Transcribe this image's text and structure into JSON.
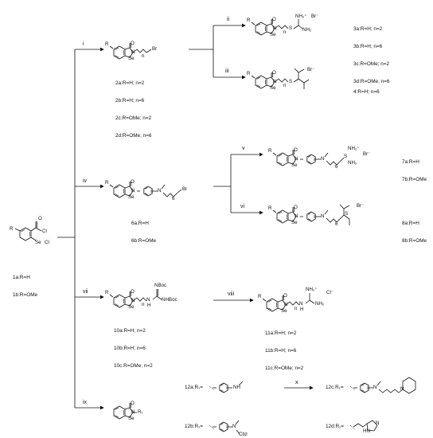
{
  "steps": {
    "i": "i",
    "ii": "ii",
    "iii": "iii",
    "iv": "iv",
    "v": "v",
    "vi": "vi",
    "vii": "vii",
    "viii": "viii",
    "ix": "ix",
    "x": "x"
  },
  "compounds": {
    "c1": [
      "1a:R=H",
      "1b:R=OMe"
    ],
    "c2": [
      "2a:R=H; n=2",
      "2b:R=H; n=6",
      "2c:R=OMe; n=2",
      "2d:R=OMe; n=6"
    ],
    "c3": [
      "3a:R=H; n=2",
      "3b:R=H; n=6",
      "3c:R=OMe; n=2",
      "3d:R=OMe; n=6"
    ],
    "c4": [
      "4:R=H; n=6"
    ],
    "c6": [
      "6a:R=H",
      "6b:R=OMe"
    ],
    "c7": [
      "7a:R=H",
      "7b:R=OMe"
    ],
    "c8": [
      "8a:R=H",
      "8b:R=OMe"
    ],
    "c10": [
      "10a:R=H; n=2",
      "10b:R=H; n=6",
      "10c:R=OMe; n=2"
    ],
    "c11": [
      "11a:R=H; n=2",
      "11b:R=H; n=6",
      "11c:R=OMe; n=2"
    ]
  },
  "r1_labels": {
    "r12a": "12a:R₁=",
    "r12b": "12b:R₁=",
    "r12c": "12c:R₁=",
    "r12d": "12d:R₁="
  },
  "atoms": {
    "R": "R",
    "Se": "Se",
    "N": "N",
    "O": "O",
    "Cl": "Cl",
    "Br": "Br",
    "Br_minus": "Br⁻",
    "Cl_minus": "Cl⁻",
    "S": "S",
    "n": "n",
    "six": "6",
    "NH": "NH",
    "NBoc": "NBoc",
    "NHBoc": "NHBoc",
    "NH2": "NH₂",
    "NH2_plus": "NH₂⁺",
    "Cbz": "Cbz",
    "R1": "R₁",
    "H": "H",
    "NH_imid": "HN"
  }
}
